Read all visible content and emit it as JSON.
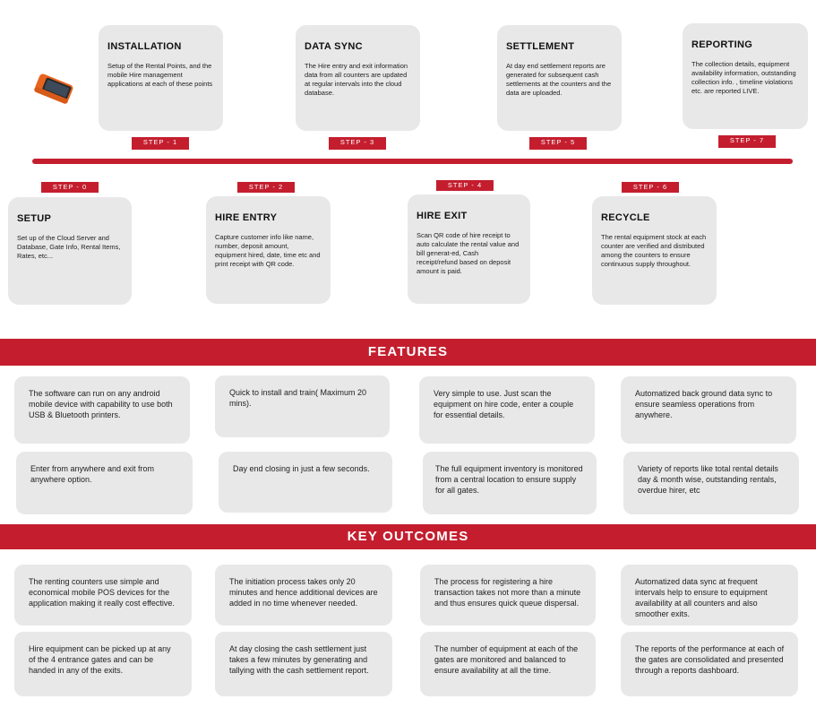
{
  "steps": [
    {
      "tag": "STEP - 0",
      "title": "SETUP",
      "text": "Set up of the Cloud Server and Database, Gate Info, Rental Items, Rates, etc..."
    },
    {
      "tag": "STEP - 1",
      "title": "INSTALLATION",
      "text": "Setup of the Rental Points, and the mobile Hire management applications at each of these points"
    },
    {
      "tag": "STEP - 2",
      "title": "HIRE ENTRY",
      "text": "Capture customer info like name, number, deposit amount, equipment hired, date, time etc and print receipt with QR code."
    },
    {
      "tag": "STEP - 3",
      "title": "DATA SYNC",
      "text": "The Hire entry and exit information data from all counters are updated at regular intervals into the cloud database."
    },
    {
      "tag": "STEP - 4",
      "title": "HIRE EXIT",
      "text": "Scan QR code of hire receipt to auto calculate the rental value and bill generat-ed, Cash receipt/refund based on deposit amount is paid."
    },
    {
      "tag": "STEP - 5",
      "title": "SETTLEMENT",
      "text": "At day end settlement reports are generated for subsequent cash settlements at the counters and the data are uploaded."
    },
    {
      "tag": "STEP - 6",
      "title": "RECYCLE",
      "text": "The rental equipment stock at each counter are verified and distributed  among the counters to ensure continuous supply throughout."
    },
    {
      "tag": "STEP - 7",
      "title": "REPORTING",
      "text": "The collection details, equipment availability information, outstanding collection info. , timeline violations etc. are reported LIVE."
    }
  ],
  "features": {
    "title": "FEATURES",
    "items": [
      "The software can run on any android mobile device with capability to use both USB & Bluetooth printers.",
      "Quick to install and train( Maximum 20 mins).",
      "Very simple to use. Just scan the equipment on hire code, enter a couple for essential details.",
      "Automatized back ground data sync to ensure seamless operations from anywhere.",
      "Enter from anywhere and exit from anywhere option.",
      "Day end closing in just a few seconds.",
      "The full equipment inventory is monitored from a central location to ensure supply for all gates.",
      "Variety of reports like total rental details day & month wise, outstanding rentals, overdue hirer, etc"
    ]
  },
  "outcomes": {
    "title": "KEY OUTCOMES",
    "items": [
      "The renting counters use simple and economical mobile POS devices for the application making it really cost effective.",
      "The initiation process takes only 20 minutes and hence additional devices are added in no time whenever needed.",
      "The process for registering a hire transaction takes not more than a minute and thus ensures quick queue dispersal.",
      "Automatized data sync at frequent intervals help to ensure to equipment availability at all counters and also smoother exits.",
      "Hire equipment can be picked up at any of the 4 entrance gates and can be handed in any of the exits.",
      "At day closing the cash settlement just takes a few minutes by generating and tallying with the cash settlement report.",
      "The number of equipment at each of the gates are monitored and balanced to ensure availability at all the time.",
      "The reports of the performance at each of the gates are consolidated and presented through a reports dashboard."
    ]
  },
  "colors": {
    "accent": "#c41e2e",
    "card": "#e8e8e8"
  },
  "icons": {
    "device": "pos-device-icon"
  }
}
